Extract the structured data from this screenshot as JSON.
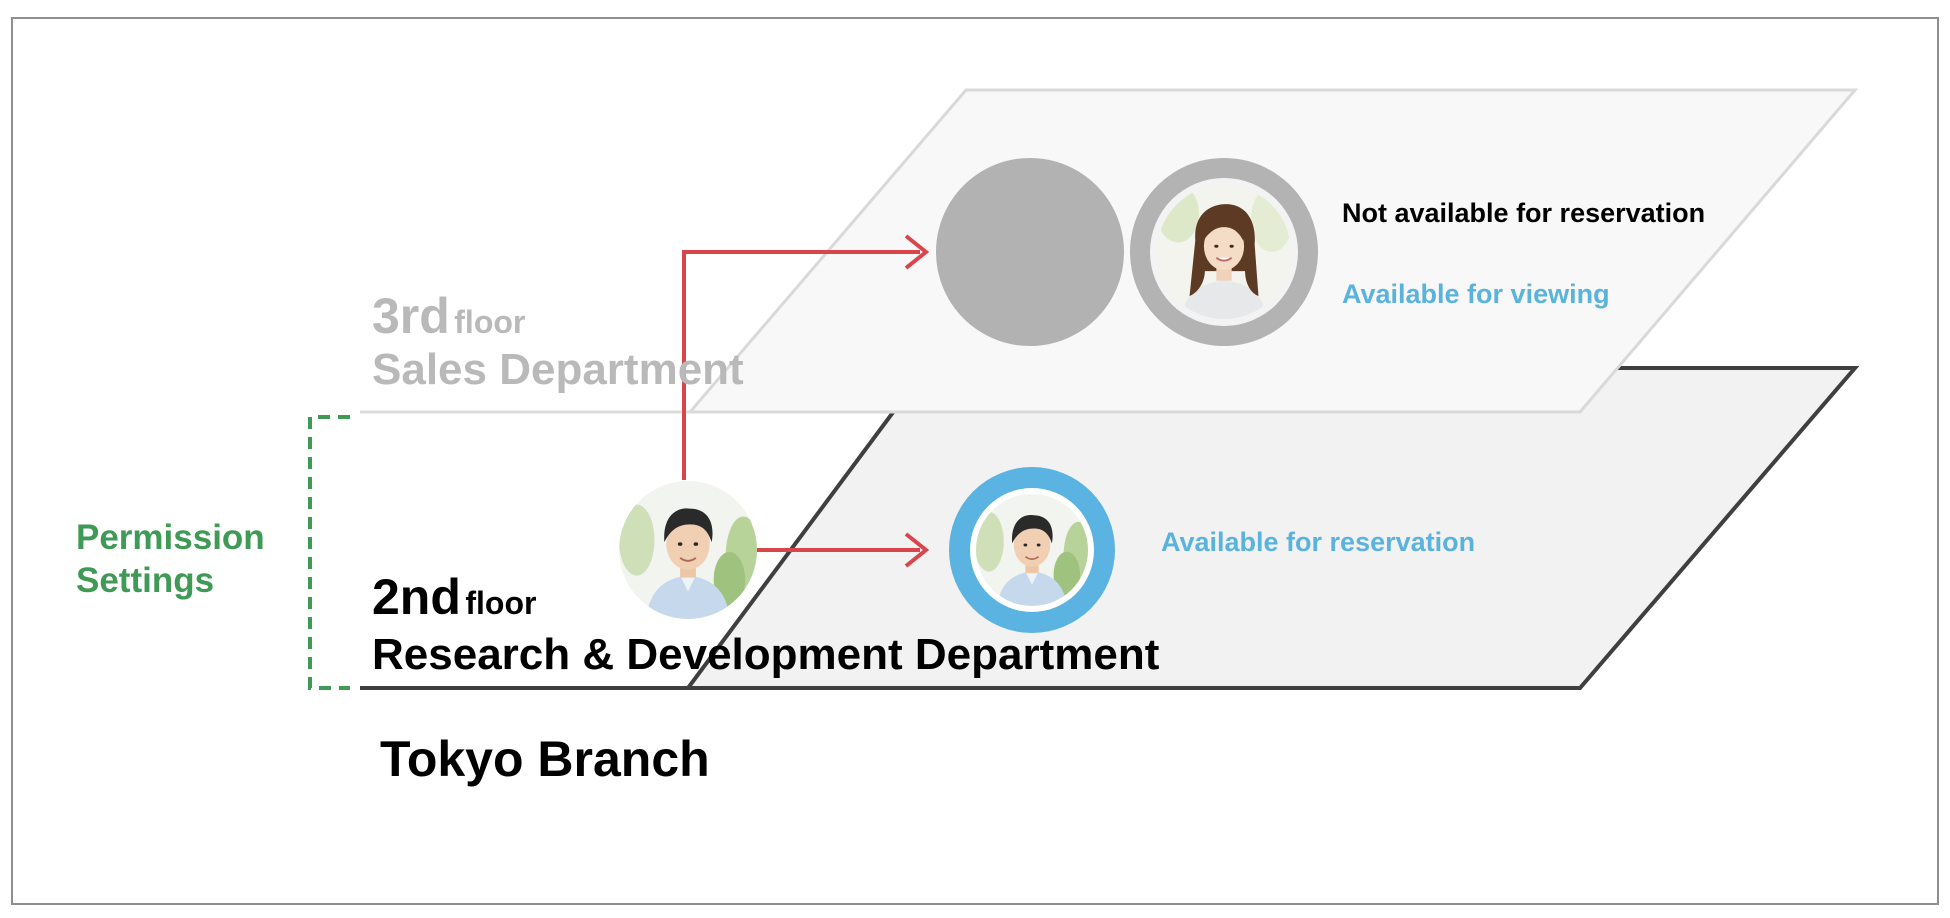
{
  "diagram": {
    "floors": [
      {
        "id": "floor-3",
        "number": "3rd",
        "unit": "floor",
        "department": "Sales Department",
        "members": [
          {
            "avatar": "blank-gray-circle",
            "status": null
          },
          {
            "avatar": "female-employee-photo",
            "ring_color": "#b3b3b3",
            "status": [
              "Not available for reservation",
              "Available for viewing"
            ]
          }
        ]
      },
      {
        "id": "floor-2",
        "number": "2nd",
        "unit": "floor",
        "department": "Research & Development Department",
        "members": [
          {
            "avatar": "male-employee-photo",
            "ring_color": "#5ab3e0",
            "status": [
              "Available for reservation"
            ]
          }
        ]
      }
    ],
    "permission_label_lines": [
      "Permission",
      "Settings"
    ],
    "branch": "Tokyo Branch",
    "colors": {
      "arrow": "#d9454a",
      "permission": "#3e9a55",
      "status_blue": "#5ab3dc",
      "reservation_ring": "#5ab3e0",
      "viewing_ring": "#b3b3b3",
      "floor3_text": "#b9b9b9",
      "floor2_text": "#000000"
    },
    "icons": {
      "source_user": "male-employee-photo",
      "arrow": "right-arrow-icon"
    }
  }
}
